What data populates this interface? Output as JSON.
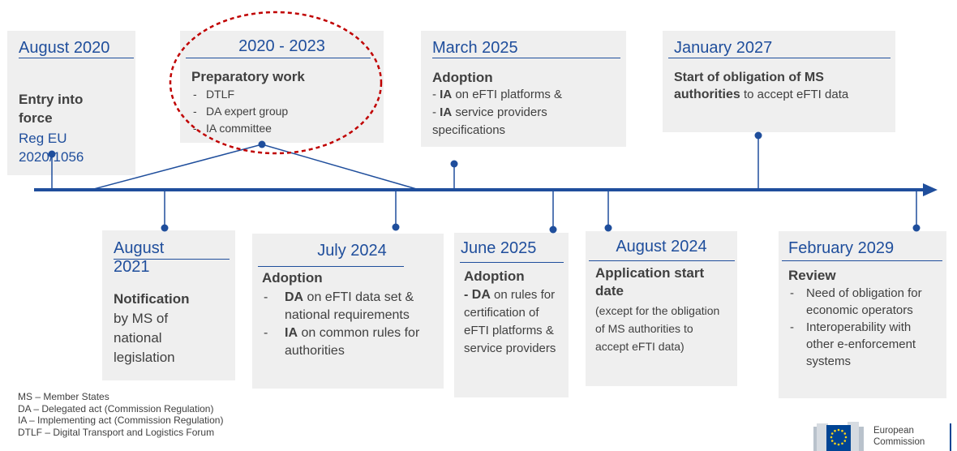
{
  "events": {
    "aug2020": {
      "date": "August 2020",
      "title": "Entry into force",
      "detail": "Reg EU 2020/1056"
    },
    "prep": {
      "date": "2020 - 2023",
      "title": "Preparatory work",
      "items": [
        "DTLF",
        "DA expert group",
        "IA committee"
      ]
    },
    "mar2025": {
      "date": "March 2025",
      "title": "Adoption",
      "lines": [
        {
          "prefix": "- ",
          "bold": "IA",
          "text": " on eFTI platforms &"
        },
        {
          "prefix": "- ",
          "bold": "IA",
          "text": " service providers"
        },
        {
          "prefix": "",
          "bold": "",
          "text": "specifications"
        }
      ]
    },
    "jan2027": {
      "date": "January 2027",
      "bold": "Start of obligation of MS authorities",
      "text": " to accept eFTI data"
    },
    "aug2021": {
      "date": "August 2021",
      "title": "Notification",
      "text": "by MS of national legislation"
    },
    "jul2024": {
      "date": "July 2024",
      "title": "Adoption",
      "items": [
        {
          "bold": "DA",
          "text": " on eFTI data set & national requirements"
        },
        {
          "bold": "IA",
          "text": " on common rules for authorities"
        }
      ]
    },
    "jun2025": {
      "date": "June 2025",
      "title": "Adoption",
      "bold": "- DA",
      "text": " on rules for certification of eFTI platforms & service providers"
    },
    "aug2024": {
      "date": "August 2024",
      "title": "Application start date",
      "text": "(except for the obligation of MS authorities to accept eFTI data)"
    },
    "feb2029": {
      "date": "February 2029",
      "title": "Review",
      "items": [
        "Need of obligation for economic operators",
        "Interoperability with other e-enforcement systems"
      ]
    }
  },
  "legend": [
    "MS – Member States",
    "DA – Delegated act (Commission Regulation)",
    "IA – Implementing act (Commission Regulation)",
    "DTLF – Digital Transport and Logistics Forum"
  ],
  "logo": {
    "line1": "European",
    "line2": "Commission"
  },
  "colors": {
    "accent": "#1f4e9c",
    "box": "#efefef",
    "highlight": "#c00000",
    "text": "#404040"
  }
}
